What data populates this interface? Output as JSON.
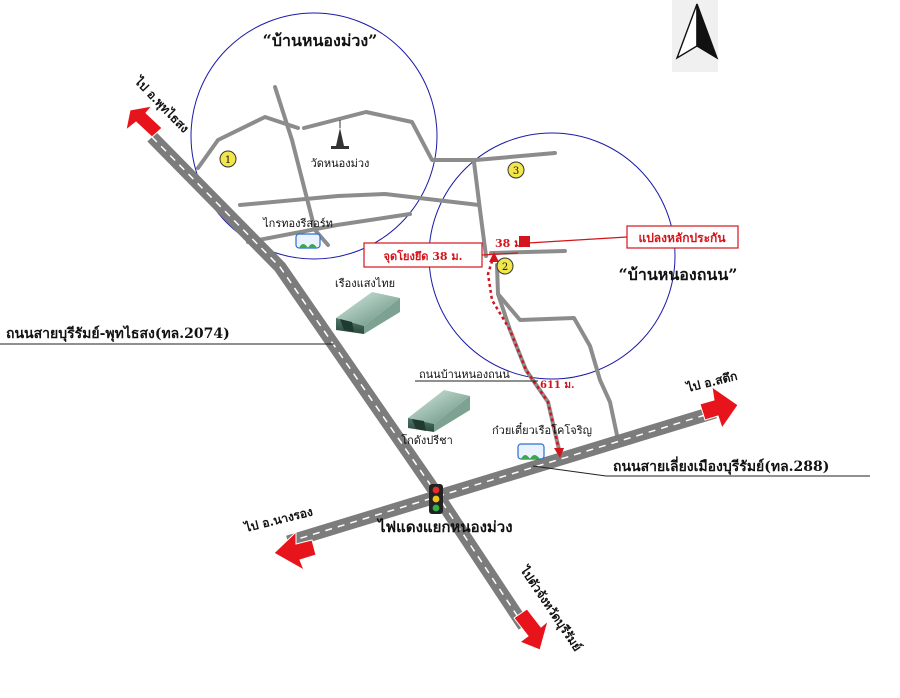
{
  "village_1": {
    "name": "“บ้านหนองม่วง”"
  },
  "village_2": {
    "name": "“บ้านหนองถนน”"
  },
  "markers": [
    "1",
    "2",
    "3"
  ],
  "places": {
    "temple": "วัดหนองม่วง",
    "resort": "ไกรทองรีสอร์ท",
    "warehouse_1": "เรืองแสงไทย",
    "warehouse_2": "โกดังปรีชา",
    "noodle_shop": "ก๋วยเตี๋ยวเรือโคโจริญ"
  },
  "roads": {
    "highway_2074": "ถนนสายบุรีรัมย์-พุทไธสง(ทล.2074)",
    "bypass_288": "ถนนสายเลี่ยงเมืองบุรีรัมย์(ทล.288)",
    "local_road": "ถนนบ้านหนองถนน"
  },
  "directions": {
    "to_phutthaisong": "ไป อ.พุทไธสง",
    "to_satuek": "ไป อ.สตึก",
    "to_nangrong": "ไป อ.นางรอง",
    "to_buriram": "ไปตัวจังหวัดบุรีรัมย์"
  },
  "traffic_light": "ไฟแดงแยกหนองม่วง",
  "plot": {
    "label": "แปลงหลักประกัน",
    "width": "38 ม.",
    "access": "จุดโยงยึด 38 ม.",
    "distance": "611 ม."
  },
  "colors": {
    "arrow": "#e8141c",
    "circle": "#1a1aa8",
    "road": "#8c8c8c",
    "route": "#d4141c",
    "badge": "#f2e64a"
  },
  "icons": [
    "north-arrow-icon",
    "temple-icon",
    "warehouse-icon",
    "shop-icon",
    "traffic-light-icon",
    "arrow-icon"
  ]
}
